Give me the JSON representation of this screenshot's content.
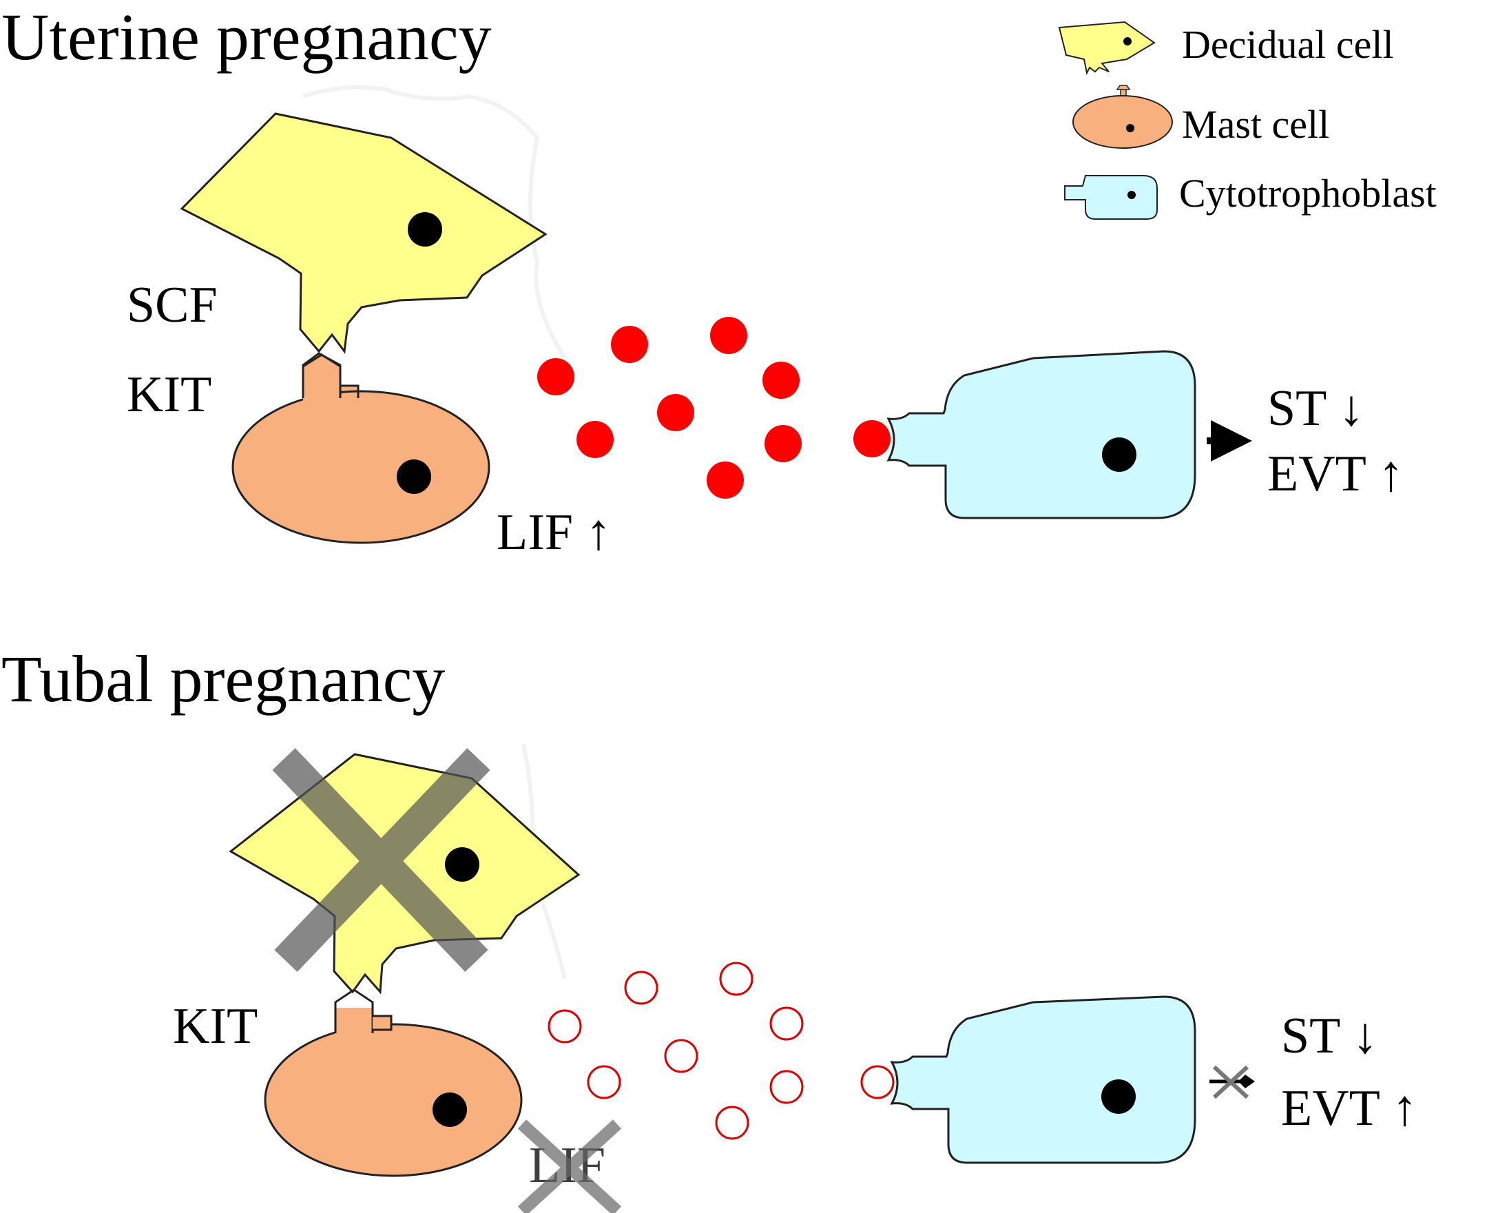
{
  "colors": {
    "decidual": "#ffff8c",
    "mast": "#f9b07f",
    "cytotrophoblast": "#cdf9ff",
    "lif_dot": "#ff0000",
    "lif_ring": "#dd0000",
    "cross": "#555555",
    "outline": "#222222"
  },
  "legend": {
    "decidual": "Decidual cell",
    "mast": "Mast cell",
    "cyto": "Cytotrophoblast"
  },
  "uterine": {
    "title": "Uterine pregnancy",
    "scf": "SCF",
    "kit": "KIT",
    "lif": "LIF ↑",
    "st": "ST ↓",
    "evt": "EVT ↑"
  },
  "tubal": {
    "title": "Tubal pregnancy",
    "kit": "KIT",
    "lif": "LIF",
    "st": "ST ↓",
    "evt": "EVT ↑"
  }
}
